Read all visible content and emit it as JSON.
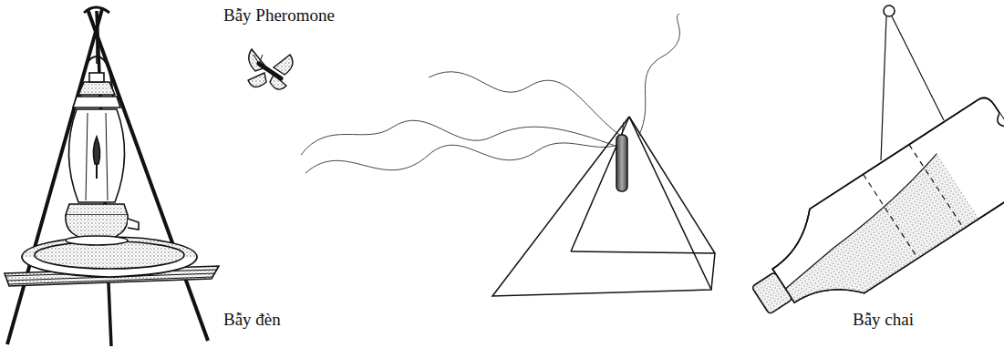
{
  "diagram": {
    "labels": [
      "Bẫy Pheromone",
      "Bẫy đèn",
      "Bẫy chai"
    ]
  }
}
